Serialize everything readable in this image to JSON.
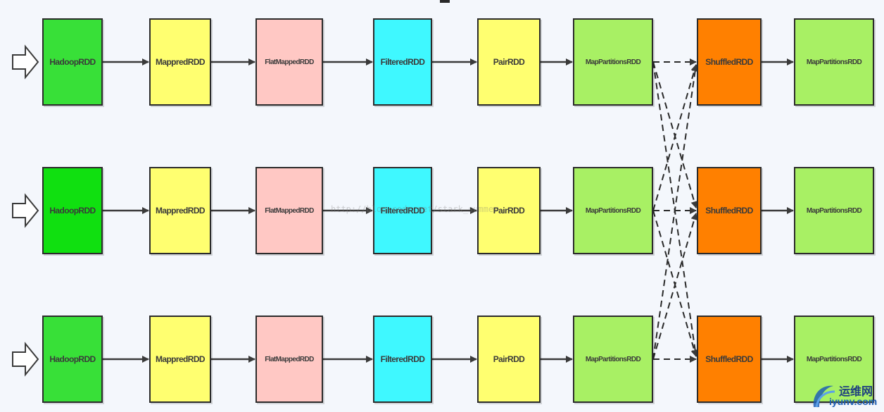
{
  "rows": [
    {
      "nodes": [
        {
          "label": "HadoopRDD",
          "color": "#38e038"
        },
        {
          "label": "MappredRDD",
          "color": "#ffff70"
        },
        {
          "label": "FlatMappedRDD",
          "color": "#ffc8c4"
        },
        {
          "label": "FilteredRDD",
          "color": "#3ff8ff"
        },
        {
          "label": "PairRDD",
          "color": "#ffff70"
        },
        {
          "label": "MapPartitionsRDD",
          "color": "#a8f064"
        },
        {
          "label": "ShuffledRDD",
          "color": "#ff8000"
        },
        {
          "label": "MapPartitionsRDD",
          "color": "#a8f064"
        }
      ]
    },
    {
      "nodes": [
        {
          "label": "HadoopRDD",
          "color": "#10e010"
        },
        {
          "label": "MappredRDD",
          "color": "#ffff70"
        },
        {
          "label": "FlatMappedRDD",
          "color": "#ffc8c4"
        },
        {
          "label": "FilteredRDD",
          "color": "#3ff8ff"
        },
        {
          "label": "PairRDD",
          "color": "#ffff70"
        },
        {
          "label": "MapPartitionsRDD",
          "color": "#a8f064"
        },
        {
          "label": "ShuffledRDD",
          "color": "#ff8000"
        },
        {
          "label": "MapPartitionsRDD",
          "color": "#a8f064"
        }
      ]
    },
    {
      "nodes": [
        {
          "label": "HadoopRDD",
          "color": "#38e038"
        },
        {
          "label": "MappredRDD",
          "color": "#ffff70"
        },
        {
          "label": "FlatMappedRDD",
          "color": "#ffc8c4"
        },
        {
          "label": "FilteredRDD",
          "color": "#3ff8ff"
        },
        {
          "label": "PairRDD",
          "color": "#ffff70"
        },
        {
          "label": "MapPartitionsRDD",
          "color": "#a8f064"
        },
        {
          "label": "ShuffledRDD",
          "color": "#ff8000"
        },
        {
          "label": "MapPartitionsRDD",
          "color": "#a8f064"
        }
      ]
    }
  ],
  "edge_style": {
    "solid": "#3a3a3a",
    "shuffle": "#2a2a2a"
  },
  "watermark": "http://blog.csdn.net/stark_summer",
  "logo": {
    "cn": "运维网",
    "en": "iyunv.com",
    "color": "#1e5fb5"
  }
}
